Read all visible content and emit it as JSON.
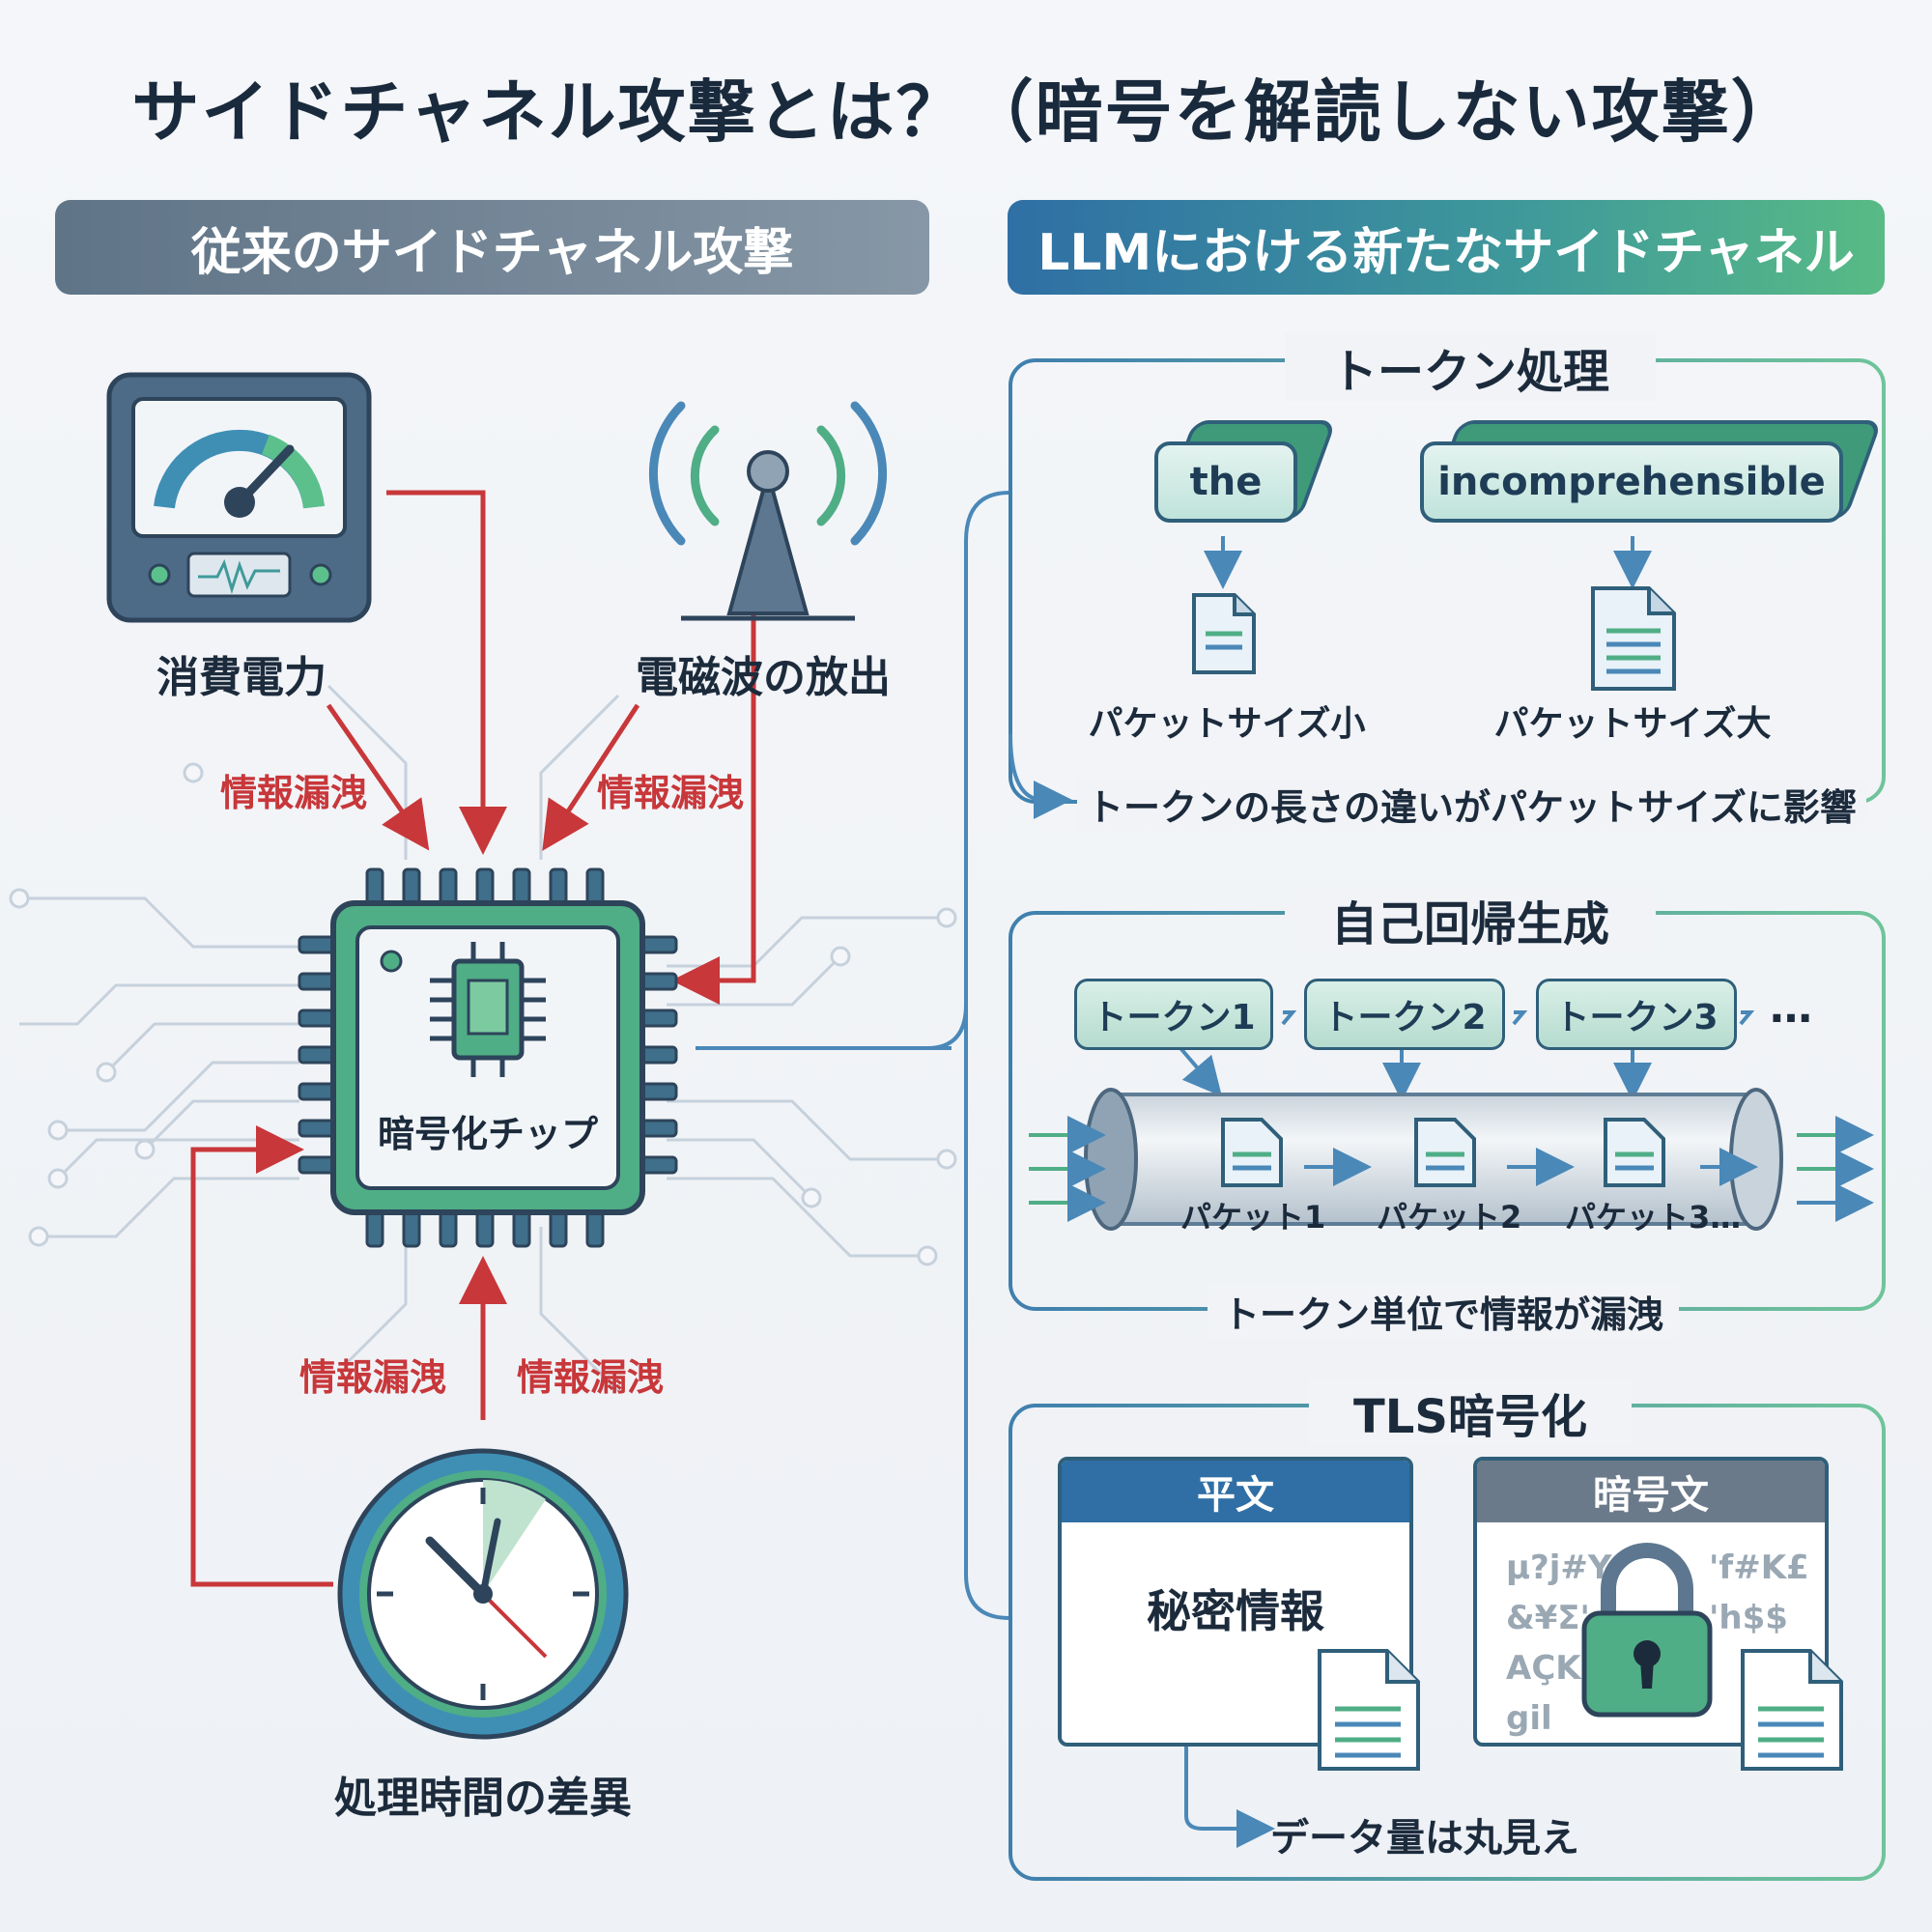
{
  "title": "サイドチャネル攻撃とは？（暗号を解読しない攻撃）",
  "left_banner": "従来のサイドチャネル攻撃",
  "right_banner": "LLMにおける新たなサイドチャネル",
  "left": {
    "power_label": "消費電力",
    "em_label": "電磁波の放出",
    "time_label": "処理時間の差異",
    "chip_label": "暗号化チップ",
    "leak_label": "情報漏洩"
  },
  "token_section": {
    "title": "トークン処理",
    "token_short": "the",
    "token_long": "incomprehensible",
    "packet_small": "パケットサイズ小",
    "packet_large": "パケットサイズ大",
    "note": "トークンの長さの違いがパケットサイズに影響"
  },
  "ar_section": {
    "title": "自己回帰生成",
    "tokens": [
      "トークン1",
      "トークン2",
      "トークン3"
    ],
    "ellipsis": "…",
    "packets": [
      "パケット1",
      "パケット2",
      "パケット3…"
    ],
    "note": "トークン単位で情報が漏洩"
  },
  "tls_section": {
    "title": "TLS暗号化",
    "plain_header": "平文",
    "plain_body": "秘密情報",
    "cipher_header": "暗号文",
    "cipher_glyphs": [
      "µ?j#Y",
      "'f#K£",
      "&¥Σ'",
      "'h$$",
      "AÇK",
      "gil"
    ],
    "note": "データ量は丸見え"
  },
  "colors": {
    "leak_red": "#c8373a",
    "dark_blue": "#2f5f7a",
    "teal": "#3f9a9a",
    "green": "#58bb85"
  }
}
